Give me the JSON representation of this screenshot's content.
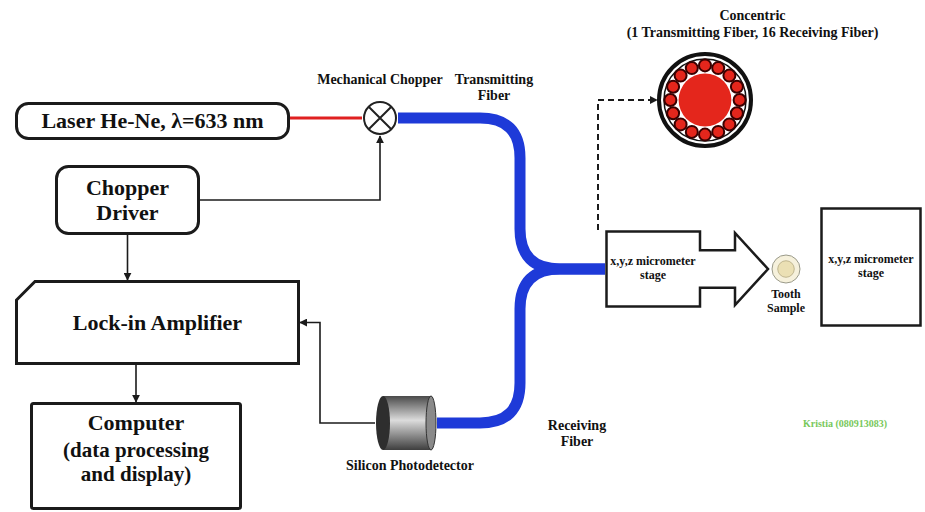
{
  "diagram": {
    "nodes": [
      {
        "text": [
          "Laser He-Ne, λ=633 nm"
        ]
      },
      {
        "text": [
          "Mechanical Chopper"
        ]
      },
      {
        "text": [
          "Chopper Driver"
        ]
      },
      {
        "text": [
          "Lock-in Amplifier"
        ]
      },
      {
        "text": [
          "Computer",
          "(data processing and display)"
        ]
      },
      {
        "text": [
          "Silicon Photodetector"
        ]
      },
      {
        "text": [
          "x,y,z micrometer stage"
        ]
      },
      {
        "text": [
          "Tooth Sample"
        ]
      },
      {
        "text": [
          "x,y,z micrometer stage"
        ]
      },
      {
        "text": [
          "Concentric",
          "(1 Transmitting Fiber, 16 Receiving Fiber)"
        ]
      }
    ],
    "edges": [
      {
        "from": 0,
        "to": 1,
        "arrow": "none"
      },
      {
        "from": 1,
        "to": 6,
        "arrow": "none"
      },
      {
        "from": 2,
        "to": 1,
        "arrow": "to"
      },
      {
        "from": 2,
        "to": 3,
        "arrow": "to"
      },
      {
        "from": 3,
        "to": 4,
        "arrow": "to"
      },
      {
        "from": 5,
        "to": 3,
        "arrow": "to"
      },
      {
        "from": 6,
        "to": 5,
        "arrow": "none"
      },
      {
        "from": 6,
        "to": 9,
        "arrow": "to"
      }
    ],
    "labels": [
      "Transmitting Fiber",
      "Receiving Fiber",
      "Kristia (080913083)"
    ]
  }
}
